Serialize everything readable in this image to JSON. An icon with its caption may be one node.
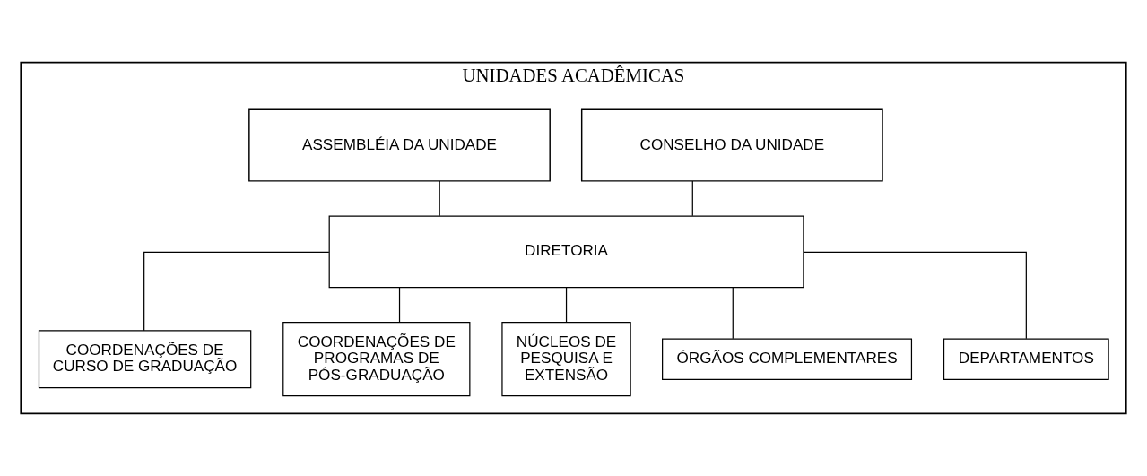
{
  "diagram": {
    "nodes": [
      {
        "text": [
          "UNIDADES ACADÊMICAS"
        ]
      },
      {
        "text": [
          "CONSELHO DA UNIDADE"
        ],
        "in": 0
      },
      {
        "text": [
          "ASSEMBLÉIA DA UNIDADE"
        ],
        "in": 0
      },
      {
        "text": [
          "DIRETORIA"
        ],
        "in": 0
      },
      {
        "text": [
          "COORDENAÇÕES DE CURSO DE GRADUAÇÃO"
        ],
        "in": 0
      },
      {
        "text": [
          "COORDENAÇÕES DE PROGRAMAS DE PÓS-GRADUAÇÃO"
        ],
        "in": 0
      },
      {
        "text": [
          "NÚCLEOS DE PESQUISA E EXTENSÃO"
        ],
        "in": 0
      },
      {
        "text": [
          "ÓRGÃOS COMPLEMENTARES"
        ],
        "in": 0
      },
      {
        "text": [
          "DEPARTAMENTOS"
        ],
        "in": 0
      }
    ],
    "edges": [
      {
        "from": 1,
        "to": 3,
        "arrow": "none"
      },
      {
        "from": 2,
        "to": 3,
        "arrow": "none"
      },
      {
        "from": 3,
        "to": 4,
        "arrow": "none"
      },
      {
        "from": 3,
        "to": 5,
        "arrow": "none"
      },
      {
        "from": 3,
        "to": 6,
        "arrow": "none"
      },
      {
        "from": 3,
        "to": 7,
        "arrow": "none"
      },
      {
        "from": 3,
        "to": 8,
        "arrow": "none"
      }
    ]
  }
}
